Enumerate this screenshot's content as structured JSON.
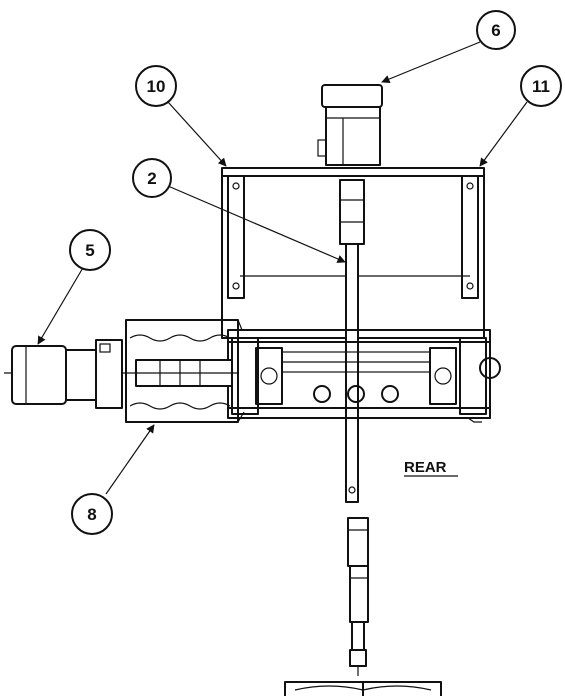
{
  "diagram": {
    "callouts": [
      {
        "id": "c6",
        "label": "6"
      },
      {
        "id": "c10",
        "label": "10"
      },
      {
        "id": "c11",
        "label": "11"
      },
      {
        "id": "c2",
        "label": "2"
      },
      {
        "id": "c5",
        "label": "5"
      },
      {
        "id": "c8",
        "label": "8"
      }
    ],
    "side_label": "REAR"
  }
}
